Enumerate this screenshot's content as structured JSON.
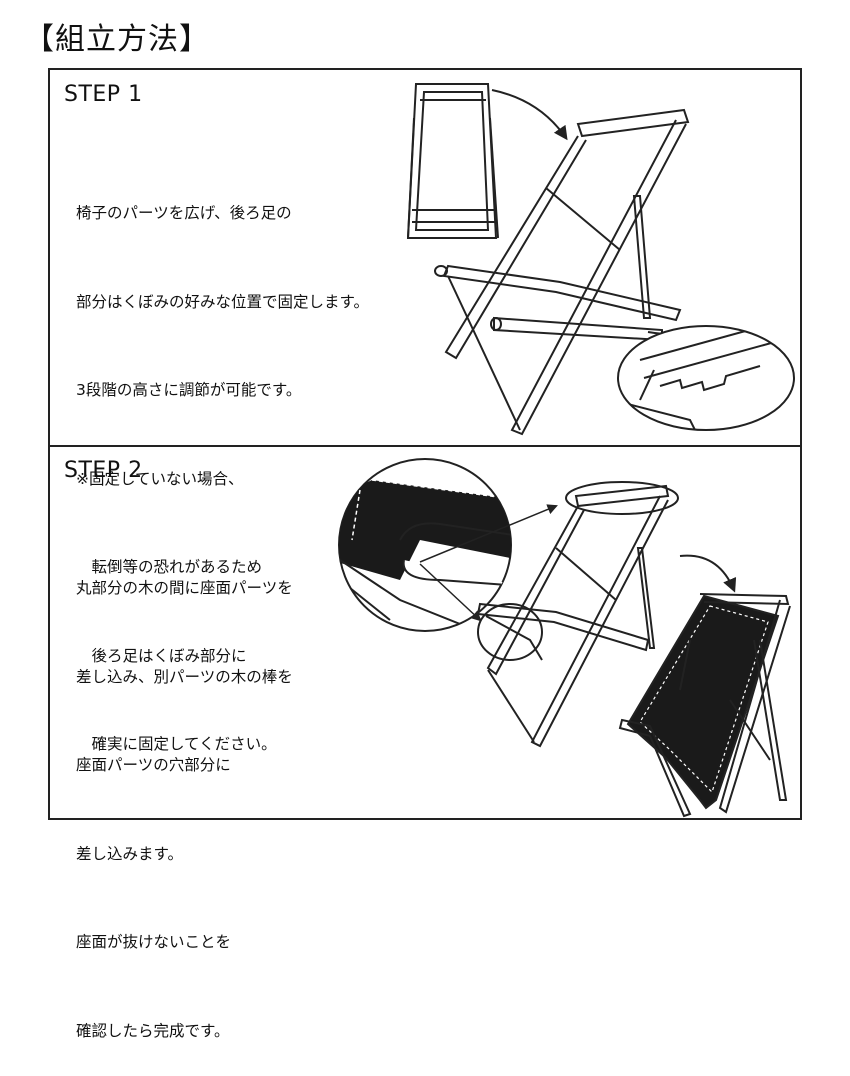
{
  "title": "【組立方法】",
  "steps": [
    {
      "label": "STEP 1",
      "lines": [
        "椅子のパーツを広げ、後ろ足の",
        "部分はくぼみの好みな位置で固定します。",
        "3段階の高さに調節が可能です。",
        "※固定していない場合、",
        "　転倒等の恐れがあるため",
        "　後ろ足はくぼみ部分に",
        "　確実に固定してください。"
      ]
    },
    {
      "label": "STEP 2",
      "lines": [
        "丸部分の木の間に座面パーツを",
        "差し込み、別パーツの木の棒を",
        "座面パーツの穴部分に",
        "差し込みます。",
        "座面が抜けないことを",
        "確認したら完成です。"
      ]
    }
  ],
  "colors": {
    "line": "#222222",
    "fabric": "#1a1a1a",
    "background": "#ffffff"
  },
  "icons": [
    "folded-chair-icon",
    "open-frame-chair-icon",
    "notch-detail-icon",
    "fabric-detail-icon",
    "finished-chair-icon",
    "arrow-icon"
  ]
}
